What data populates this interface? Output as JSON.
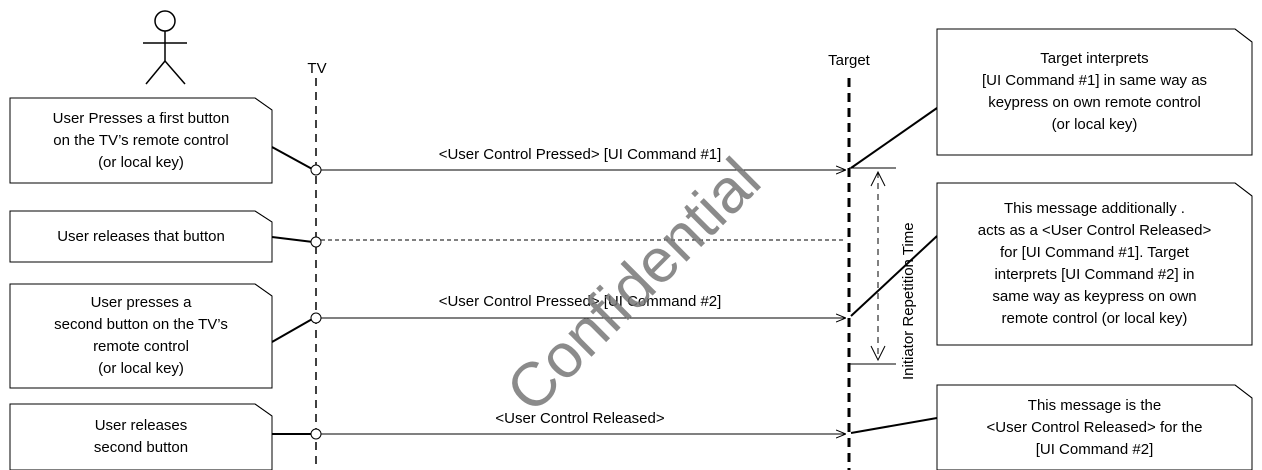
{
  "lifelines": {
    "tv": "TV",
    "target": "Target"
  },
  "notes_left": [
    {
      "lines": [
        "User Presses a first button",
        "on the TV’s remote control",
        "(or local key)"
      ]
    },
    {
      "lines": [
        "User releases that button"
      ]
    },
    {
      "lines": [
        "User presses a",
        "second button on the TV’s",
        "remote control",
        "(or local key)"
      ]
    },
    {
      "lines": [
        "User releases",
        "second button"
      ]
    }
  ],
  "notes_right": [
    {
      "lines": [
        "Target interprets",
        "[UI Command #1] in same way as",
        "keypress on own remote control",
        "(or local key)"
      ]
    },
    {
      "lines": [
        "This message additionally  .",
        "acts as a <User Control Released>",
        "for [UI Command #1]. Target",
        "interprets [UI Command #2] in",
        "same way as keypress on own",
        "remote control (or local key)"
      ]
    },
    {
      "lines": [
        "This message is the",
        "<User Control Released> for the",
        "[UI Command #2]"
      ]
    }
  ],
  "messages": [
    "<User Control Pressed> [UI Command #1]",
    "<User Control Pressed> [UI Command #2]",
    "<User Control Released>"
  ],
  "timing_label": "Initiator  Repetition Time",
  "watermark": "Confidential"
}
